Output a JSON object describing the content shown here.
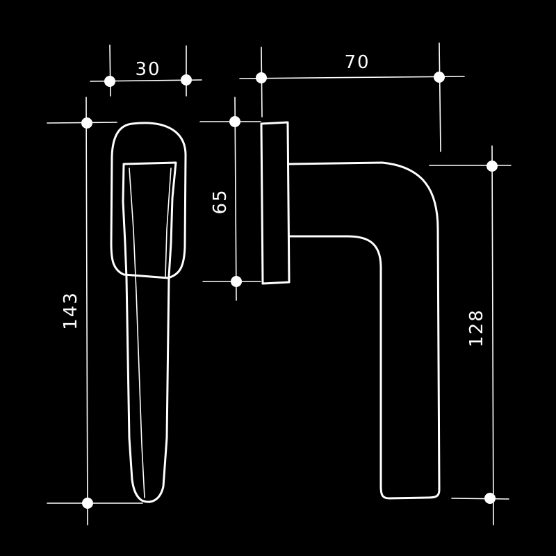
{
  "colors": {
    "background": "#000000",
    "lines": "#ffffff"
  },
  "dimensions": {
    "width_top": "30",
    "rose_height": "65",
    "overall_length": "143",
    "projection": "70",
    "handle_drop": "128"
  }
}
